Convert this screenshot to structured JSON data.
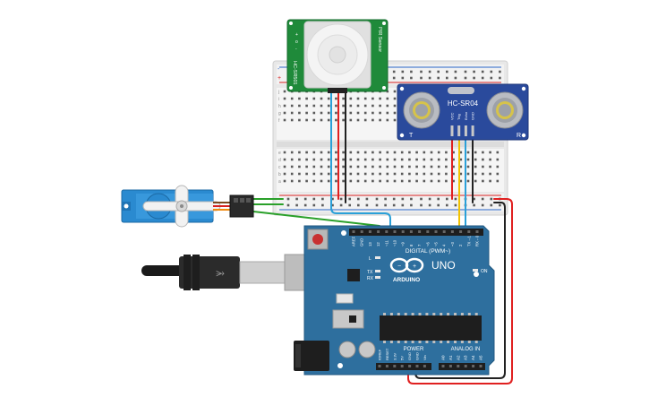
{
  "pir": {
    "label_right": "PIR Sensor",
    "label_left": "HC-SR501",
    "pin_marks": [
      "+",
      "o",
      "-"
    ]
  },
  "ultrasonic": {
    "model": "HC-SR04",
    "pins": [
      "VCC",
      "Trig",
      "Echo",
      "GND"
    ],
    "left_eye": "T",
    "right_eye": "R"
  },
  "breadboard": {
    "rows_top": [
      "j",
      "i",
      "h",
      "g",
      "f"
    ],
    "rows_bottom": [
      "e",
      "d",
      "c",
      "b",
      "a"
    ],
    "rail_plus": "+",
    "rail_minus": "-"
  },
  "arduino": {
    "model": "UNO",
    "brand": "ARDUINO",
    "digital_label": "DIGITAL (PWM~)",
    "power_label": "POWER",
    "analog_label": "ANALOG IN",
    "on_label": "ON",
    "led_l": "L",
    "led_tx": "TX",
    "led_rx": "RX",
    "digital_pins": [
      "AREF",
      "GND",
      "13",
      "12",
      "~11",
      "~10",
      "~9",
      "8",
      "7",
      "~6",
      "~5",
      "4",
      "~3",
      "2",
      "TX→1",
      "RX←0"
    ],
    "power_pins": [
      "IOREF",
      "RESET",
      "3.3V",
      "5V",
      "GND",
      "GND",
      "Vin"
    ],
    "analog_pins": [
      "A0",
      "A1",
      "A2",
      "A3",
      "A4",
      "A5"
    ]
  },
  "servo": {
    "name": "micro servo"
  },
  "colors": {
    "board_blue": "#2e6f9e",
    "pir_green": "#1f8a3a",
    "sr04_blue": "#2a4a9c",
    "wire_red": "#e02020",
    "wire_black": "#222222",
    "wire_blue": "#2aa0d8",
    "wire_green": "#2aa02a",
    "wire_yellow": "#f2c200"
  }
}
